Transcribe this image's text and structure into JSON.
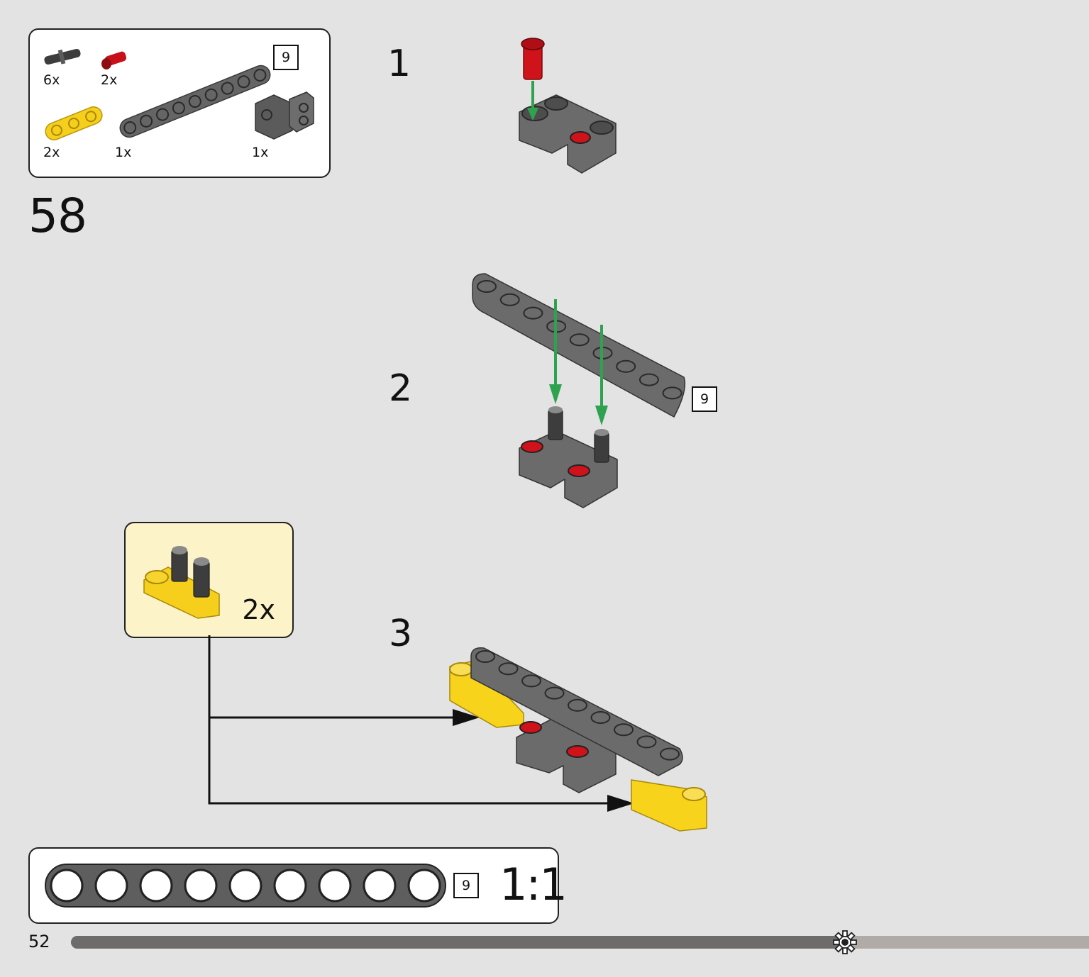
{
  "parts_list": {
    "items": [
      {
        "name": "black-friction-pin",
        "qty": "6x"
      },
      {
        "name": "red-pin",
        "qty": "2x"
      },
      {
        "name": "yellow-3-beam",
        "qty": "2x"
      },
      {
        "name": "gray-9-beam",
        "qty": "1x",
        "length": "9"
      },
      {
        "name": "gray-u-connector",
        "qty": "1x"
      }
    ]
  },
  "step": {
    "number": "58",
    "sub_steps": [
      {
        "label": "1"
      },
      {
        "label": "2",
        "length_tag": "9"
      },
      {
        "label": "3"
      }
    ]
  },
  "callout": {
    "qty": "2x"
  },
  "ruler": {
    "length": "9",
    "holes": 9,
    "scale": "1:1"
  },
  "footer": {
    "page_number": "52",
    "progress": 0.76
  },
  "colors": {
    "background": "#e3e3e3",
    "beam_gray": "#6b6b6b",
    "pin_red": "#d0121a",
    "beam_yellow": "#f7d31c",
    "arrow_green": "#2fa24f",
    "callout_bg": "#fcf3c9"
  }
}
